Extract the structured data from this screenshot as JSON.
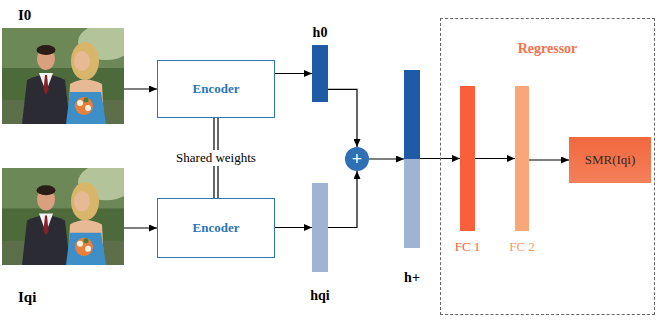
{
  "diagram": {
    "nodes": [
      {
        "text": [
          "I0"
        ]
      },
      {
        "text": [
          "Encoder"
        ]
      },
      {
        "text": [
          "h0"
        ]
      },
      {
        "text": [
          "Iqi"
        ]
      },
      {
        "text": [
          "Encoder"
        ]
      },
      {
        "text": [
          "hqi"
        ]
      },
      {
        "text": [
          "+"
        ]
      },
      {
        "text": [
          "h+"
        ]
      },
      {
        "text": [
          "Regressor"
        ]
      },
      {
        "text": [
          "FC 1"
        ],
        "in": 8
      },
      {
        "text": [
          "FC 2"
        ],
        "in": 8
      },
      {
        "text": [
          "SMR(Iqi)"
        ],
        "in": 8
      }
    ],
    "edges": [
      {
        "from": 0,
        "to": 1,
        "arrow": "to"
      },
      {
        "from": 1,
        "to": 2,
        "arrow": "to"
      },
      {
        "from": 3,
        "to": 4,
        "arrow": "to"
      },
      {
        "from": 4,
        "to": 5,
        "arrow": "to"
      },
      {
        "from": 1,
        "to": 4,
        "arrow": "none",
        "label": "Shared weights"
      },
      {
        "from": 2,
        "to": 6,
        "arrow": "to"
      },
      {
        "from": 5,
        "to": 6,
        "arrow": "to"
      },
      {
        "from": 6,
        "to": 7,
        "arrow": "to"
      },
      {
        "from": 7,
        "to": 9,
        "arrow": "to"
      },
      {
        "from": 9,
        "to": 10,
        "arrow": "to"
      },
      {
        "from": 10,
        "to": 11,
        "arrow": "to"
      }
    ]
  }
}
